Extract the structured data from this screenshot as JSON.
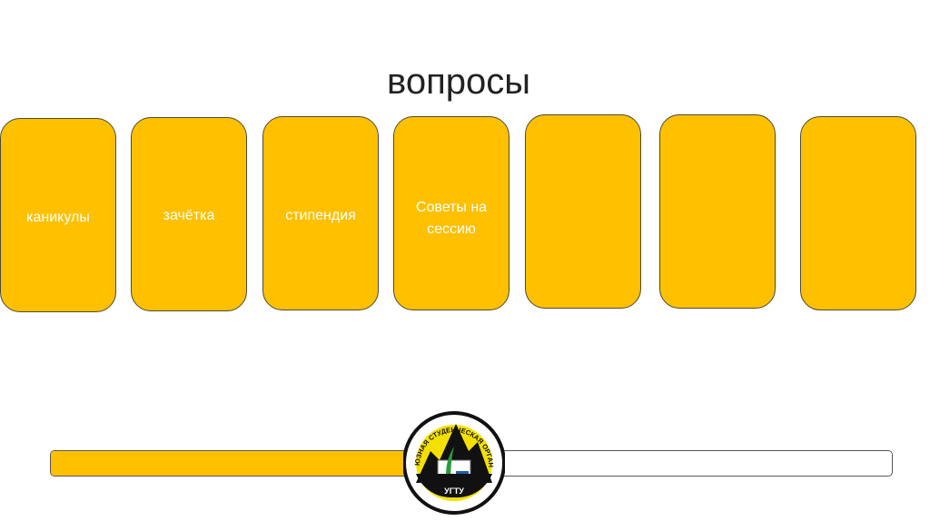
{
  "slide": {
    "title": "вопросы"
  },
  "cards": [
    {
      "label": "каникулы"
    },
    {
      "label": "зачётка"
    },
    {
      "label": "стипендия"
    },
    {
      "label": "Советы на сессию"
    },
    {
      "label": ""
    },
    {
      "label": ""
    },
    {
      "label": ""
    }
  ],
  "progress": {
    "percent": 43,
    "color": "#ffc000"
  },
  "logo": {
    "ring_text": "ПРОФСОЮЗНАЯ СТУДЕНЧЕСКАЯ ОРГАНИЗАЦИЯ",
    "bottom_text": "УГТУ"
  },
  "colors": {
    "accent": "#ffc000"
  }
}
